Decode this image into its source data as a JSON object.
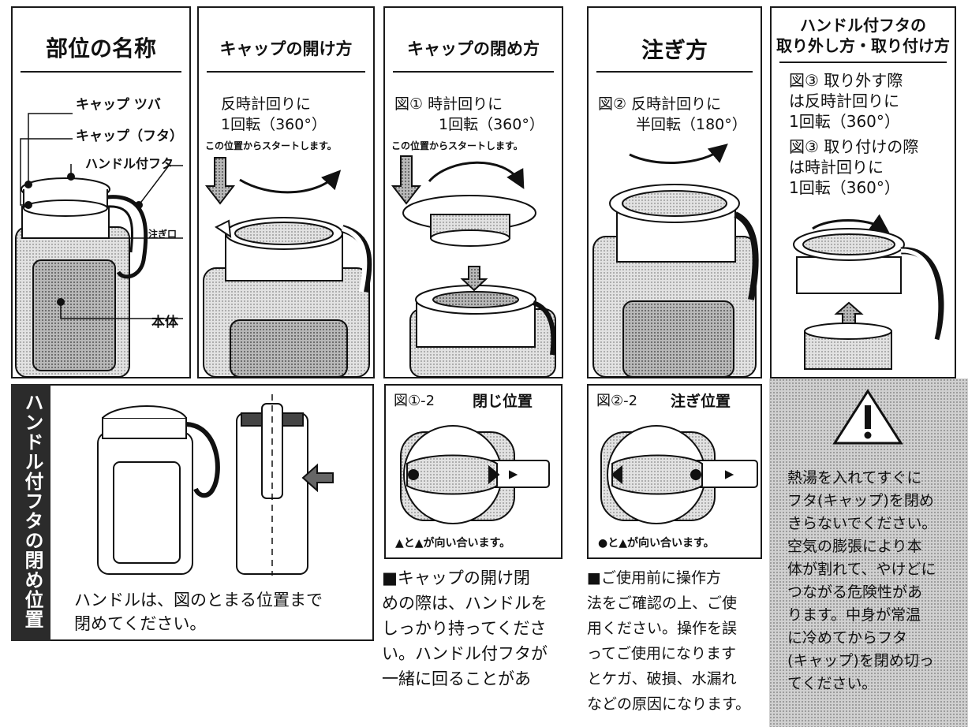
{
  "panels": {
    "parts": {
      "title": "部位の名称",
      "labels": [
        "キャップ ツバ",
        "キャップ（フタ）",
        "ハンドル付フタ",
        "注ぎ口",
        "本体"
      ]
    },
    "open": {
      "title": "キャップの開け方",
      "line1": "反時計回りに",
      "line2": "1回転（360°）",
      "note": "この位置からスタートします。"
    },
    "close": {
      "title": "キャップの閉め方",
      "line1": "図① 時計回りに",
      "line2": "1回転（360°）",
      "note": "この位置からスタートします。"
    },
    "pour": {
      "title": "注ぎ方",
      "line1": "図② 反時計回りに",
      "line2": "半回転（180°）"
    },
    "handle": {
      "title1": "ハンドル付フタの",
      "title2": "取り外し方・取り付け方",
      "lines": [
        "図③ 取り外す際",
        "は反時計回りに",
        "1回転（360°）",
        "図③ 取り付けの際",
        "は時計回りに",
        "1回転（360°）"
      ]
    }
  },
  "close_position": {
    "vertical_title": "ハンドル付フタの閉め位置",
    "caption_line1": "ハンドルは、図のとまる位置まで",
    "caption_line2": "閉めてください。"
  },
  "fig1_2": {
    "label": "図①-2",
    "title": "閉じ位置",
    "caption": "▲と▲が向い合います。"
  },
  "fig2_2": {
    "label": "図②-2",
    "title": "注ぎ位置",
    "caption": "●と▲が向い合います。"
  },
  "note_open": [
    "■キャップの開け閉",
    "めの際は、ハンドルを",
    "しっかり持ってくださ",
    "い。ハンドル付フタが",
    "一緒に回ることがあ"
  ],
  "note_use": [
    "■ご使用前に操作方",
    "法をご確認の上、ご使",
    "用ください。操作を誤",
    "ってご使用になります",
    "とケガ、破損、水漏れ",
    "などの原因になります。"
  ],
  "warning": {
    "icon": "warning-triangle-icon",
    "lines": [
      "熱湯を入れてすぐに",
      "フタ(キャップ)を閉め",
      "きらないでください。",
      "空気の膨張により本",
      "体が割れて、やけどに",
      "つながる危険性があ",
      "ります。中身が常温",
      "に冷めてからフタ",
      "(キャップ)を閉め切っ",
      "てください。"
    ]
  }
}
